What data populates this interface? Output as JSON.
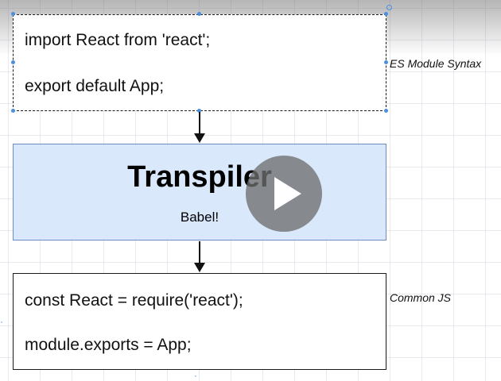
{
  "diagram": {
    "es_module_box": {
      "line1": "import React from 'react';",
      "line2": "export default App;",
      "label": "ES Module Syntax"
    },
    "transpiler_box": {
      "title": "Transpiler",
      "subtitle": "Babel!"
    },
    "commonjs_box": {
      "line1": "const React = require('react');",
      "line2": "module.exports = App;",
      "label": "Common JS"
    }
  },
  "video": {
    "play_icon": "play-icon"
  },
  "colors": {
    "transpiler_fill": "#dae8fc",
    "transpiler_border": "#6c8ebf",
    "selection_handle": "#4a90e2",
    "play_overlay": "#6e6e6e"
  }
}
